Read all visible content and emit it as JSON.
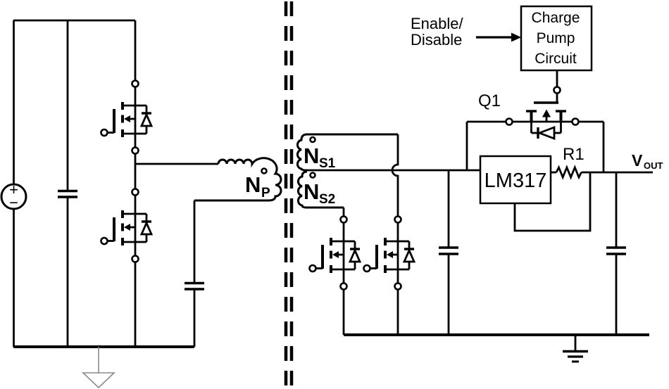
{
  "colors": {
    "wire": "#000000",
    "vout_red": "#FF0000",
    "ground_gray": "#8a8a8a"
  },
  "labels": {
    "enable_line1": "Enable/",
    "enable_line2": "Disable",
    "charge_pump_line1": "Charge",
    "charge_pump_line2": "Pump",
    "charge_pump_line3": "Circuit",
    "q1": "Q1",
    "r1": "R1",
    "regulator": "LM317",
    "vout_main": "V",
    "vout_sub": "OUT",
    "np_main": "N",
    "np_sub": "P",
    "ns1_main": "N",
    "ns1_sub": "S1",
    "ns2_main": "N",
    "ns2_sub": "S2",
    "source_plus": "+",
    "source_minus": "−"
  }
}
